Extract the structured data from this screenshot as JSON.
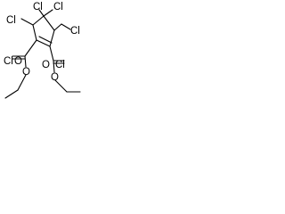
{
  "molecule": {
    "atoms": {
      "cl_bridge_left": "Cl",
      "cl_bridge_right": "Cl",
      "cl_top_left": "Cl",
      "cl_right": "Cl",
      "cl_left_lower": "Cl",
      "cl_right_lower": "Cl",
      "o_ester_left_carbonyl": "O",
      "o_ester_right_carbonyl": "O",
      "o_ester_left_alkoxy": "O",
      "o_ester_right_alkoxy": "O"
    },
    "colors": {
      "bond": "#000000",
      "label": "#000000"
    }
  }
}
